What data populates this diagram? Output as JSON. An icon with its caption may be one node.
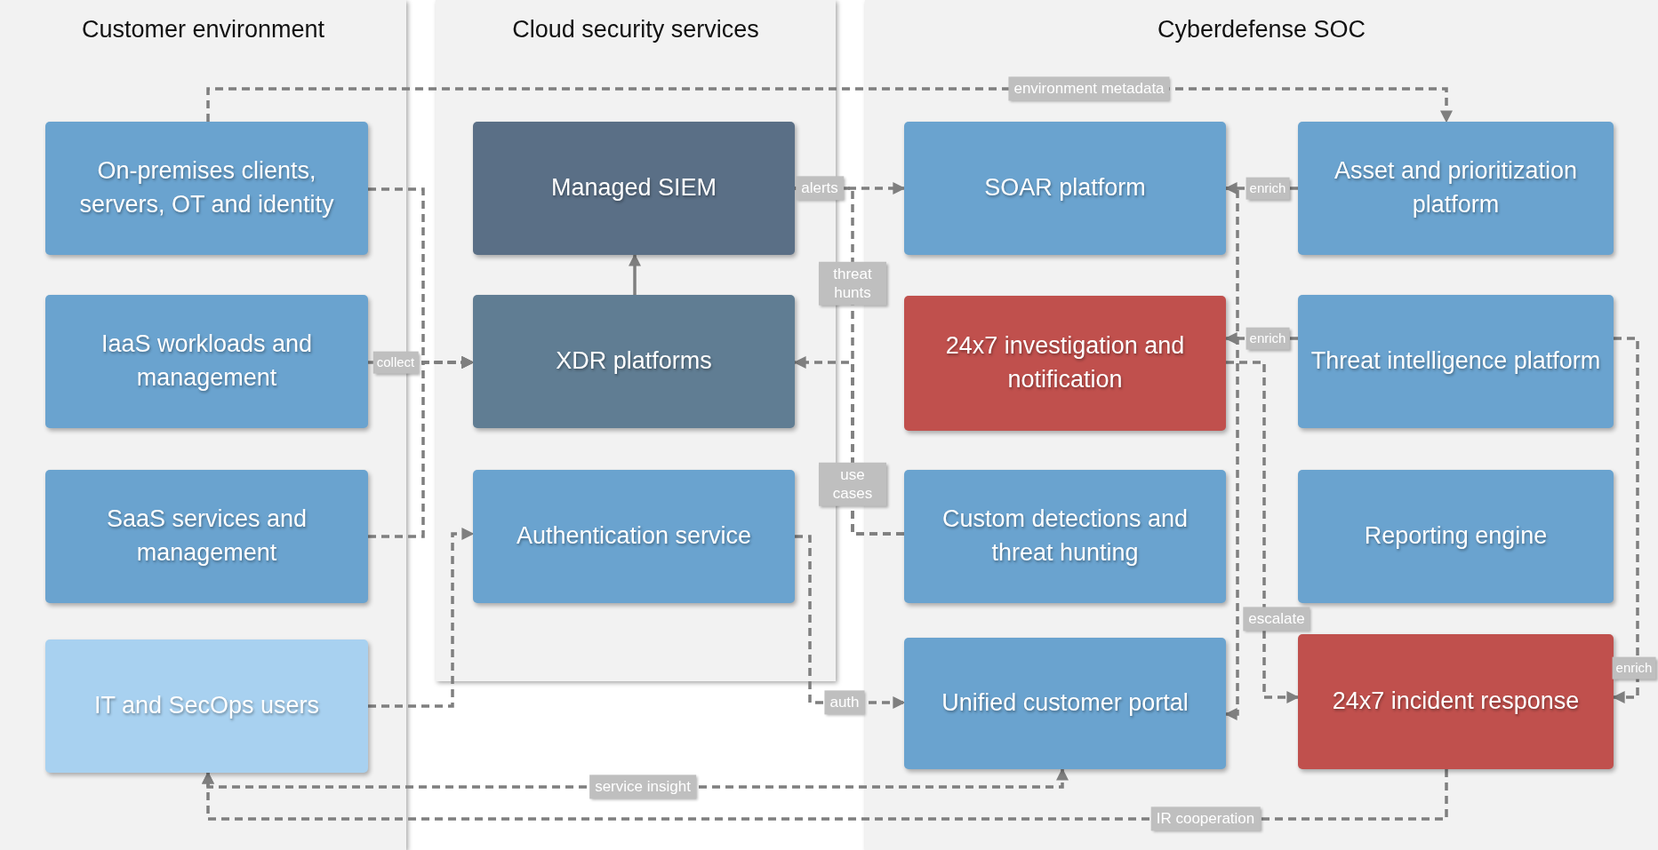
{
  "diagram": {
    "nodes": [
      {
        "text": [
          "Customer environment"
        ]
      },
      {
        "text": [
          "Cloud security services"
        ]
      },
      {
        "text": [
          "Cyberdefense SOC"
        ]
      },
      {
        "text": [
          "On-premises clients, servers, OT and identity"
        ],
        "in": 0
      },
      {
        "text": [
          "IaaS workloads and management"
        ],
        "in": 0
      },
      {
        "text": [
          "SaaS services and management"
        ],
        "in": 0
      },
      {
        "text": [
          "IT and SecOps users"
        ],
        "in": 0
      },
      {
        "text": [
          "Managed SIEM"
        ],
        "in": 1
      },
      {
        "text": [
          "XDR platforms"
        ],
        "in": 1
      },
      {
        "text": [
          "Authentication service"
        ],
        "in": 1
      },
      {
        "text": [
          "SOAR platform"
        ],
        "in": 2
      },
      {
        "text": [
          "Asset and prioritization platform"
        ],
        "in": 2
      },
      {
        "text": [
          "24x7 investigation and notification"
        ],
        "in": 2
      },
      {
        "text": [
          "Threat intelligence platform"
        ],
        "in": 2
      },
      {
        "text": [
          "Custom detections and threat hunting"
        ],
        "in": 2
      },
      {
        "text": [
          "Reporting engine"
        ],
        "in": 2
      },
      {
        "text": [
          "Unified customer portal"
        ],
        "in": 2
      },
      {
        "text": [
          "24x7 incident response"
        ],
        "in": 2
      }
    ],
    "edges": [
      {
        "from": 3,
        "to": 11,
        "arrow": "to",
        "label": "environment metadata",
        "style": "dashed"
      },
      {
        "from": 3,
        "to": 8,
        "arrow": "to",
        "style": "dashed"
      },
      {
        "from": 4,
        "to": 8,
        "arrow": "to",
        "label": "collect",
        "style": "dashed"
      },
      {
        "from": 5,
        "to": 8,
        "arrow": "to",
        "style": "dashed"
      },
      {
        "from": 8,
        "to": 7,
        "arrow": "to"
      },
      {
        "from": 7,
        "to": 10,
        "arrow": "to",
        "label": "alerts",
        "style": "dashed"
      },
      {
        "from": 14,
        "to": 7,
        "arrow": "none",
        "label": "threat hunts",
        "style": "dashed"
      },
      {
        "from": 14,
        "to": 8,
        "arrow": "to",
        "label": "use cases",
        "style": "dashed"
      },
      {
        "from": 11,
        "to": 10,
        "arrow": "to",
        "label": "enrich",
        "style": "dashed"
      },
      {
        "from": 10,
        "to": 16,
        "arrow": "to",
        "style": "dashed"
      },
      {
        "from": 13,
        "to": 12,
        "arrow": "to",
        "label": "enrich",
        "style": "dashed"
      },
      {
        "from": 12,
        "to": 17,
        "arrow": "to",
        "label": "escalate",
        "style": "dashed"
      },
      {
        "from": 13,
        "to": 17,
        "arrow": "to",
        "label": "enrich",
        "style": "dashed"
      },
      {
        "from": 9,
        "to": 16,
        "arrow": "to",
        "label": "auth",
        "style": "dashed"
      },
      {
        "from": 6,
        "to": 9,
        "arrow": "to",
        "style": "dashed"
      },
      {
        "from": 16,
        "to": 6,
        "arrow": "both",
        "label": "service insight",
        "style": "dashed"
      },
      {
        "from": 17,
        "to": 6,
        "arrow": "to",
        "label": "IR cooperation",
        "style": "dashed"
      }
    ]
  }
}
